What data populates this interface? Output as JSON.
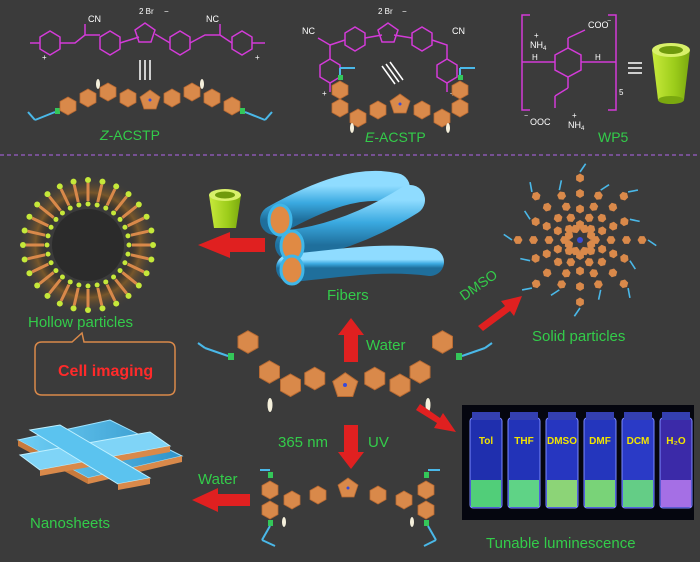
{
  "top": {
    "z_name_italic": "Z",
    "z_name_rest": "-ACSTP",
    "e_name_italic": "E",
    "e_name_rest": "-ACSTP",
    "wp5": "WP5",
    "counter_ion": "2 Br",
    "counter_ion_charge": "−",
    "cn": "NC",
    "cn2": "CN",
    "cation": "+",
    "coo": "COO",
    "ooc": "OOC",
    "nh4": "NH",
    "nh4_sub": "4",
    "h": "H",
    "h2": "H",
    "n_sub": "5"
  },
  "labels": {
    "hollow_particles": "Hollow particles",
    "cell_imaging": "Cell imaging",
    "fibers": "Fibers",
    "solid_particles": "Solid particles",
    "water_up": "Water",
    "dmso": "DMSO",
    "uv_nm": "365 nm",
    "uv": "UV",
    "water_left": "Water",
    "nanosheets": "Nanosheets",
    "tunable": "Tunable luminescence"
  },
  "vials": [
    "Tol",
    "THF",
    "DMSO",
    "DMF",
    "DCM",
    "H₂O"
  ],
  "colors": {
    "molecule_magenta": "#d33bd8",
    "orange_unit": "#d9894a",
    "label_green": "#33cc4a",
    "arrow_red": "#e02020",
    "cell_imaging_red": "#ff2a2a",
    "fiber_blue": "#3fb6e8",
    "wp5_green": "#b9e02a",
    "divider": "#9a5cc8"
  }
}
